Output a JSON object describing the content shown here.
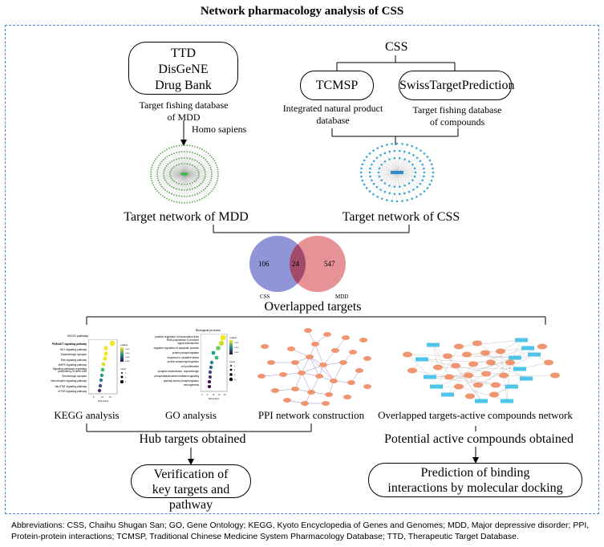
{
  "title": "Network pharmacology analysis of CSS",
  "mdd_databases": [
    "TTD",
    "DisGeNE",
    "Drug Bank"
  ],
  "mdd_db_caption": [
    "Target fishing database",
    "of MDD"
  ],
  "homo_sapiens": "Homo sapiens",
  "css_label": "CSS",
  "tcmsp": "TCMSP",
  "swiss": "SwissTargetPrediction",
  "tcmsp_caption": [
    "Integrated natural product",
    "database"
  ],
  "swiss_caption": [
    "Target fishing database",
    "of compounds"
  ],
  "network_mdd": "Target network of MDD",
  "network_css": "Target network of CSS",
  "venn": {
    "left_value": "106",
    "overlap_value": "24",
    "right_value": "547",
    "left_label": "CSS",
    "right_label": "MDD",
    "left_color": "#7b83cf",
    "right_color": "#e27f84",
    "overlap_color": "#a24a6a"
  },
  "overlapped_targets": "Overlapped targets",
  "kegg_chart": {
    "title": "KEGG pathway",
    "terms": [
      "PI3K/AKT signaling pathway",
      "Hif-1 signaling pathway",
      "Dopaminergic synapse",
      "Ras signaling pathway",
      "MAPK signaling pathway",
      "Signaling pathways regulating",
      "pluripotency of stem cells",
      "Serotonergic synapse",
      "Neurotrophin signaling pathway",
      "Jak-STAT signaling pathway",
      "mTOR signaling pathway"
    ],
    "legend_title": "p.adjust",
    "legend_ticks": [
      "0.002",
      "0.004",
      "0.006",
      "0.008"
    ],
    "size_title": "Count",
    "size_ticks": [
      "4",
      "6",
      "8"
    ],
    "xticks": [
      "5",
      "10",
      "15"
    ],
    "xlabel": "Rich Factor"
  },
  "go_chart": {
    "title": "Biological process",
    "terms": [
      "positive regulation of transcription from",
      "RNA polymerase II promoter",
      "signal transduction",
      "negative regulation of apoptotic process",
      "protein phosphorylation",
      "response to oxidative stress",
      "protein autophosphorylation",
      "cell proliferation",
      "synaptic transmission, dopaminergic",
      "phosphatidylinositol-mediated signaling",
      "peptidyl-serine phosphorylation",
      "neurogenesis"
    ],
    "legend_title": "p.adjust",
    "legend_ticks": [
      "0.001",
      "0.002",
      "0.003"
    ],
    "size_title": "Count",
    "size_ticks": [
      "4",
      "6",
      "8",
      "10"
    ],
    "xticks": [
      "0",
      "5",
      "10",
      "15",
      "20"
    ],
    "xlabel": "Rich Factor"
  },
  "kegg_label": "KEGG analysis",
  "go_label": "GO analysis",
  "ppi_label": "PPI network construction",
  "compound_label": "Overlapped targets-active compounds network",
  "hub_targets": "Hub targets obtained",
  "potential_compounds": "Potential active compounds obtained",
  "verification": [
    "Verification of",
    "key targets and pathway"
  ],
  "prediction": [
    "Prediction of binding",
    "interactions by molecular docking"
  ],
  "abbreviations": "Abbreviations: CSS, Chaihu Shugan San; GO, Gene Ontology; KEGG, Kyoto Encyclopedia of Genes and Genomes; MDD, Major depressive disorder; PPI, Protein-protein interactions; TCMSP, Traditional Chinese Medicine System Pharmacology Database; TTD, Therapeutic Target Database."
}
